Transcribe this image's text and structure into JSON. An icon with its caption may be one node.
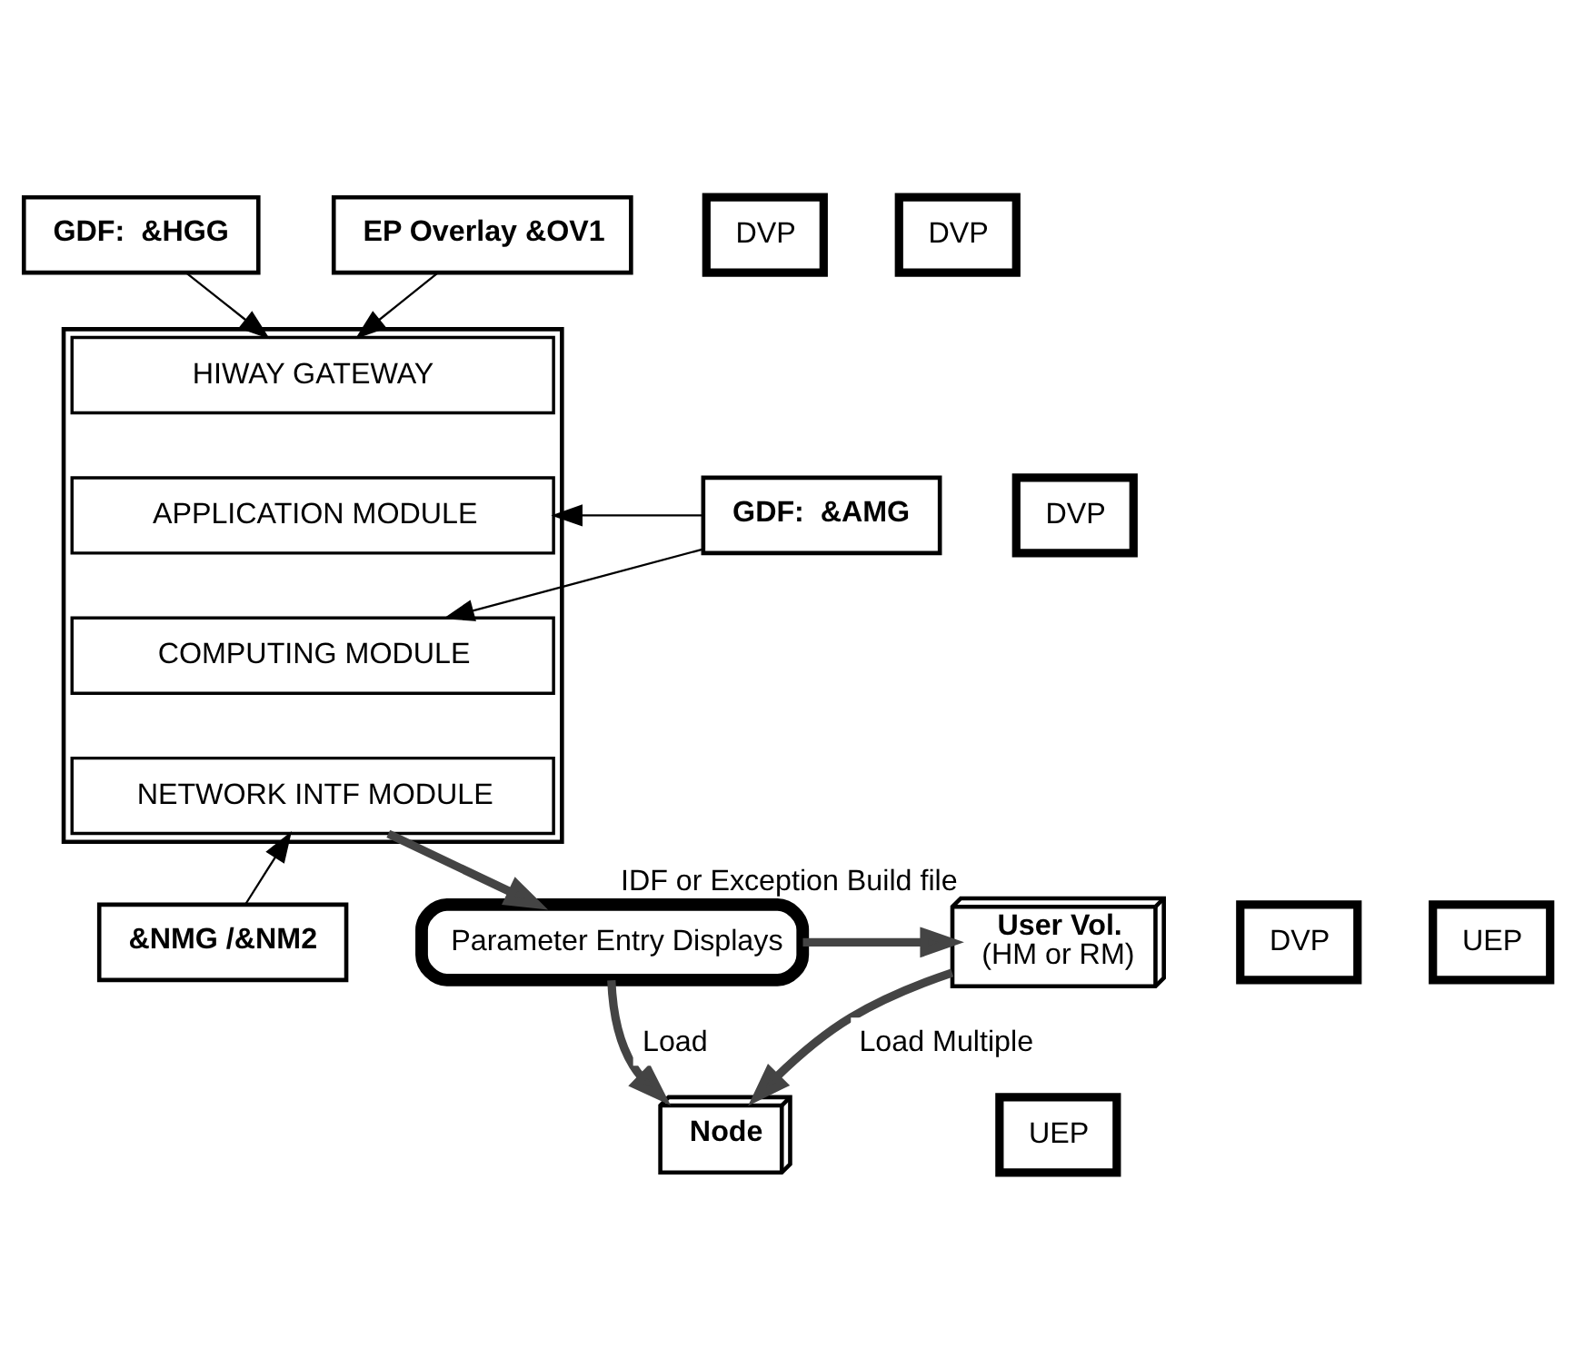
{
  "diagram": {
    "nodes": [
      {
        "text": [
          "GDF:  &HGG"
        ]
      },
      {
        "text": [
          "EP Overlay &OV1"
        ]
      },
      {
        "text": [],
        "shape": "box"
      },
      {
        "text": [
          "HIWAY GATEWAY"
        ],
        "in": 2
      },
      {
        "text": [
          "APPLICATION MODULE"
        ],
        "in": 2
      },
      {
        "text": [
          "COMPUTING MODULE"
        ],
        "in": 2
      },
      {
        "text": [
          "NETWORK INTF MODULE"
        ],
        "in": 2
      },
      {
        "text": [
          "&NMG /&NM2"
        ]
      },
      {
        "text": [
          "GDF:  &AMG"
        ]
      },
      {
        "text": [
          "Parameter Entry Displays"
        ]
      },
      {
        "text": [
          "User Vol.",
          "(HM or RM)"
        ],
        "beside": [
          "IDF or Exception Build file"
        ]
      },
      {
        "text": [
          "Node"
        ]
      },
      {
        "text": [
          "DVP"
        ]
      },
      {
        "text": [
          "DVP"
        ]
      },
      {
        "text": [
          "DVP"
        ]
      },
      {
        "text": [
          "DVP"
        ]
      },
      {
        "text": [
          "UEP"
        ]
      },
      {
        "text": [
          "UEP"
        ]
      }
    ],
    "edges": [
      {
        "from": 0,
        "to": 3,
        "arrow": "to"
      },
      {
        "from": 1,
        "to": 3,
        "arrow": "to"
      },
      {
        "from": 8,
        "to": 4,
        "arrow": "to"
      },
      {
        "from": 8,
        "to": 5,
        "arrow": "to"
      },
      {
        "from": 7,
        "to": 6,
        "arrow": "to"
      },
      {
        "from": 6,
        "to": 9,
        "arrow": "to",
        "style": "thick",
        "color": "#444444"
      },
      {
        "from": 9,
        "to": 10,
        "arrow": "to",
        "style": "thick",
        "color": "#444444"
      },
      {
        "from": 9,
        "to": 11,
        "arrow": "to",
        "label": "Load",
        "style": "thick",
        "color": "#444444"
      },
      {
        "from": 10,
        "to": 11,
        "arrow": "to",
        "label": "Load Multiple",
        "style": "thick",
        "color": "#444444"
      }
    ]
  }
}
